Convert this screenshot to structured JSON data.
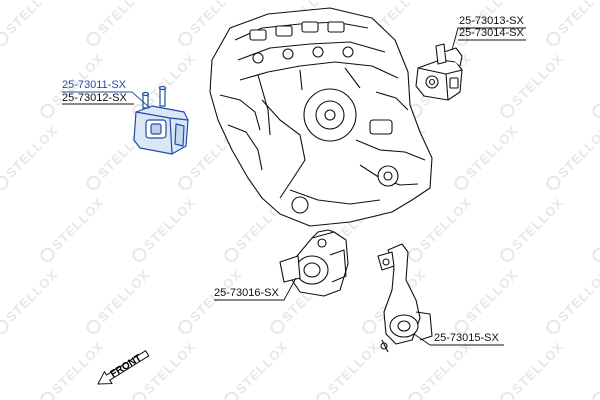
{
  "watermark": {
    "text": "STELLOX",
    "color": "#e7e7e7"
  },
  "parts": {
    "p1_primary": "25-73011-SX",
    "p1_secondary": "25-73012-SX",
    "p2_primary": "25-73013-SX",
    "p2_secondary": "25-73014-SX",
    "p3": "25-73016-SX",
    "p4": "25-73015-SX"
  },
  "front_label": "FRONT",
  "colors": {
    "highlight": "#1f4ea3",
    "line": "#111111",
    "mount_fill": "#dbe6f6"
  }
}
